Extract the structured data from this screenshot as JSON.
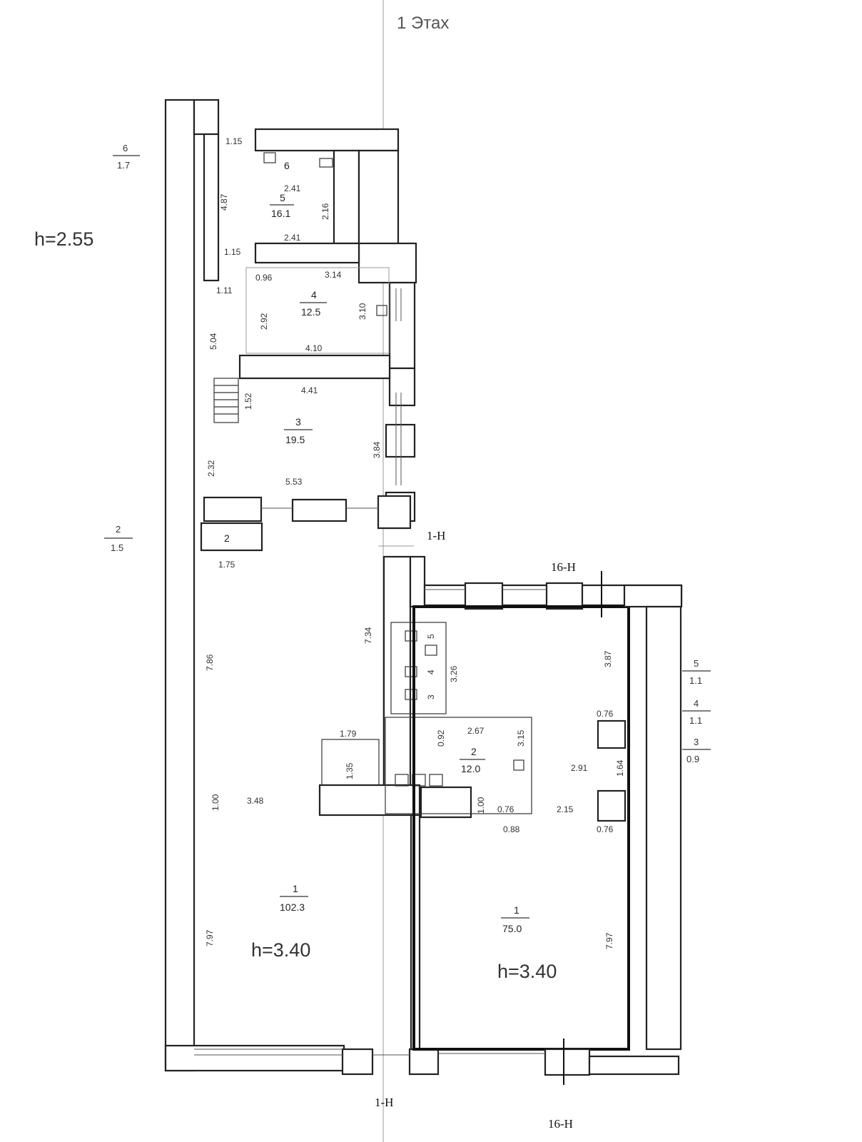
{
  "title": "1 Этах",
  "height_labels": {
    "left_outside": "h=2.55",
    "room_big_left": "h=3.40",
    "room_big_right": "h=3.40"
  },
  "section_marks": {
    "top_center": "1-Н",
    "bottom_center": "1-Н",
    "top_right": "16-Н",
    "bottom_right": "16-Н"
  },
  "outside_fractions": [
    {
      "num": "6",
      "den": "1.7"
    },
    {
      "num": "2",
      "den": "1.5"
    },
    {
      "num": "5",
      "den": "1.1"
    },
    {
      "num": "4",
      "den": "1.1"
    },
    {
      "num": "3",
      "den": "0.9"
    }
  ],
  "rooms": [
    {
      "num": "6",
      "area": ""
    },
    {
      "num": "5",
      "area": "16.1"
    },
    {
      "num": "4",
      "area": "12.5"
    },
    {
      "num": "3",
      "area": "19.5"
    },
    {
      "num": "2",
      "area": ""
    },
    {
      "num": "1",
      "area": "102.3"
    },
    {
      "num": "2",
      "area": "12.0"
    },
    {
      "num": "1",
      "area": "75.0"
    },
    {
      "num": "5",
      "area": ""
    },
    {
      "num": "4",
      "area": ""
    },
    {
      "num": "3",
      "area": ""
    }
  ],
  "dimensions": [
    "1.15",
    "2.41",
    "4.87",
    "2.16",
    "2.41",
    "1.15",
    "0.96",
    "3.14",
    "1.11",
    "2.92",
    "3.10",
    "5.04",
    "4.10",
    "4.41",
    "1.52",
    "3.84",
    "2.32",
    "5.53",
    "1.75",
    "7.86",
    "7.34",
    "1.79",
    "1.35",
    "1.00",
    "3.48",
    "7.97",
    "3.26",
    "0.92",
    "2.67",
    "3.15",
    "1.00",
    "0.76",
    "0.88",
    "3.87",
    "0.76",
    "1.64",
    "2.91",
    "2.15",
    "0.76",
    "7.97"
  ]
}
